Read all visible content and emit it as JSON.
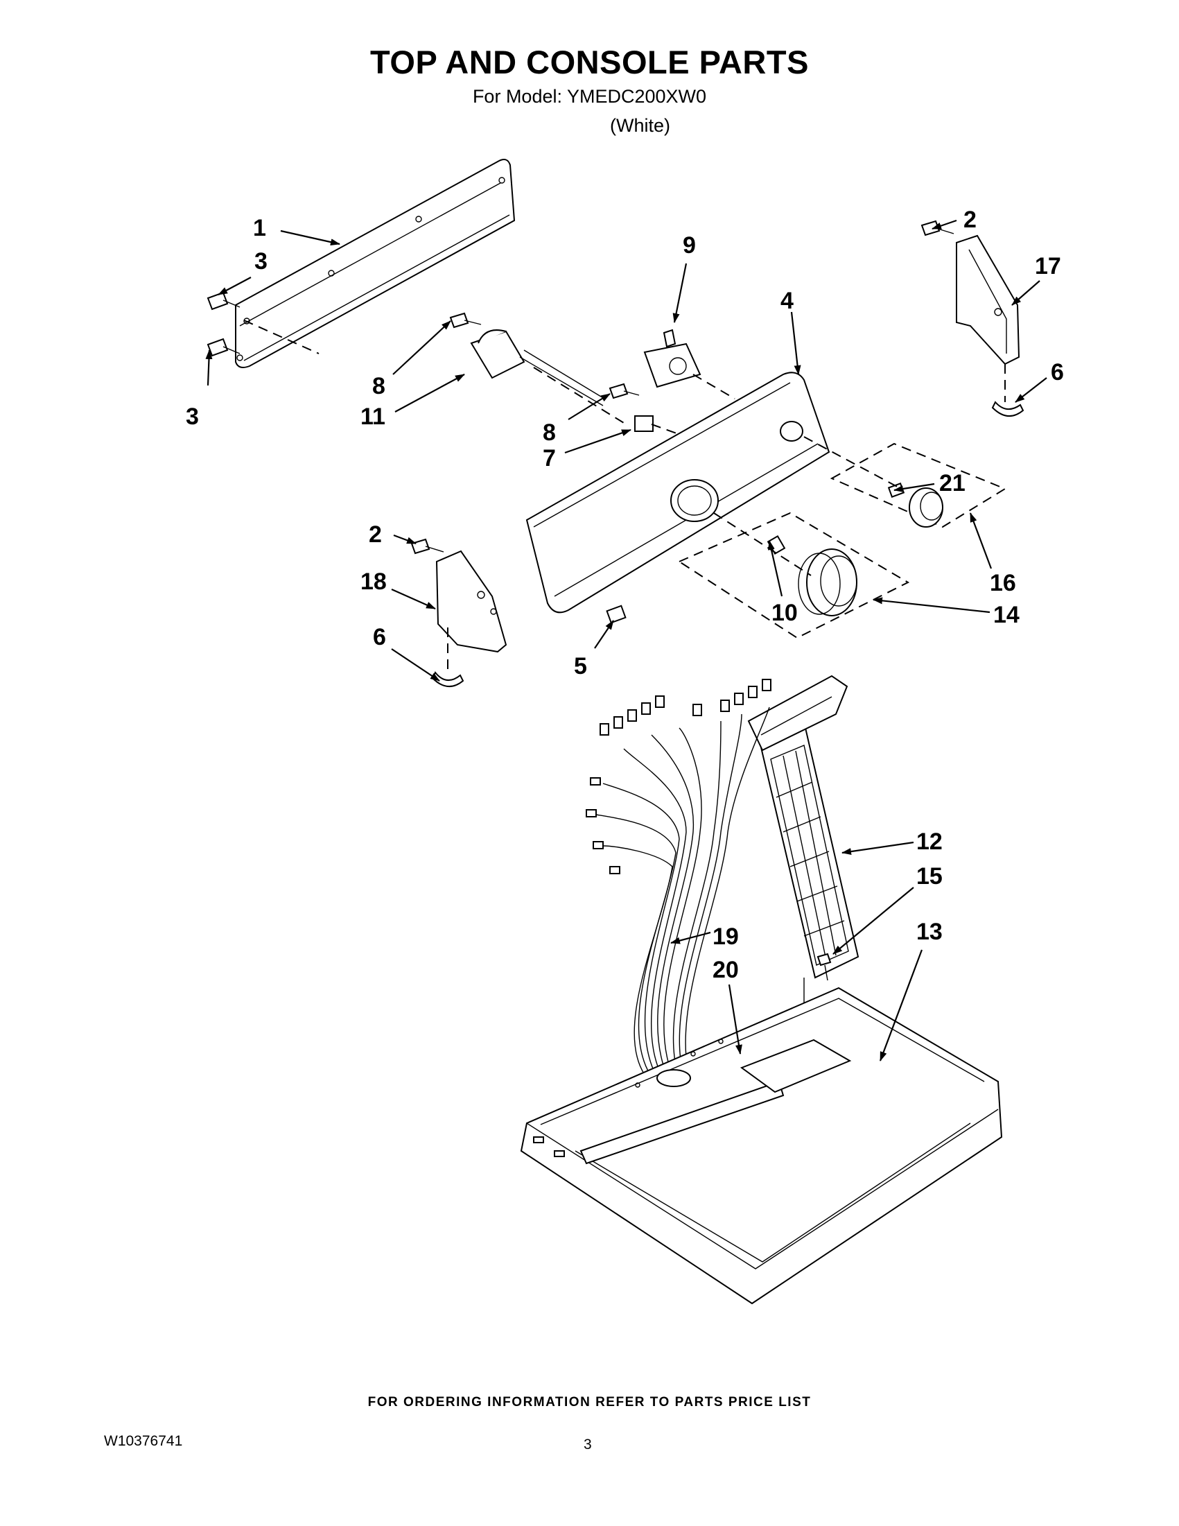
{
  "header": {
    "title": "TOP AND CONSOLE PARTS",
    "model_line": "For Model: YMEDC200XW0",
    "color_line": "(White)"
  },
  "footer": {
    "note": "FOR ORDERING INFORMATION REFER TO PARTS PRICE LIST",
    "document_number": "W10376741",
    "page_number": "3"
  },
  "callouts": {
    "c1": "1",
    "c2a": "2",
    "c2b": "2",
    "c3a": "3",
    "c3b": "3",
    "c4": "4",
    "c5": "5",
    "c6a": "6",
    "c6b": "6",
    "c7": "7",
    "c8a": "8",
    "c8b": "8",
    "c9": "9",
    "c10": "10",
    "c11": "11",
    "c12": "12",
    "c13": "13",
    "c14": "14",
    "c15": "15",
    "c16": "16",
    "c17": "17",
    "c18": "18",
    "c19": "19",
    "c20": "20",
    "c21": "21"
  }
}
